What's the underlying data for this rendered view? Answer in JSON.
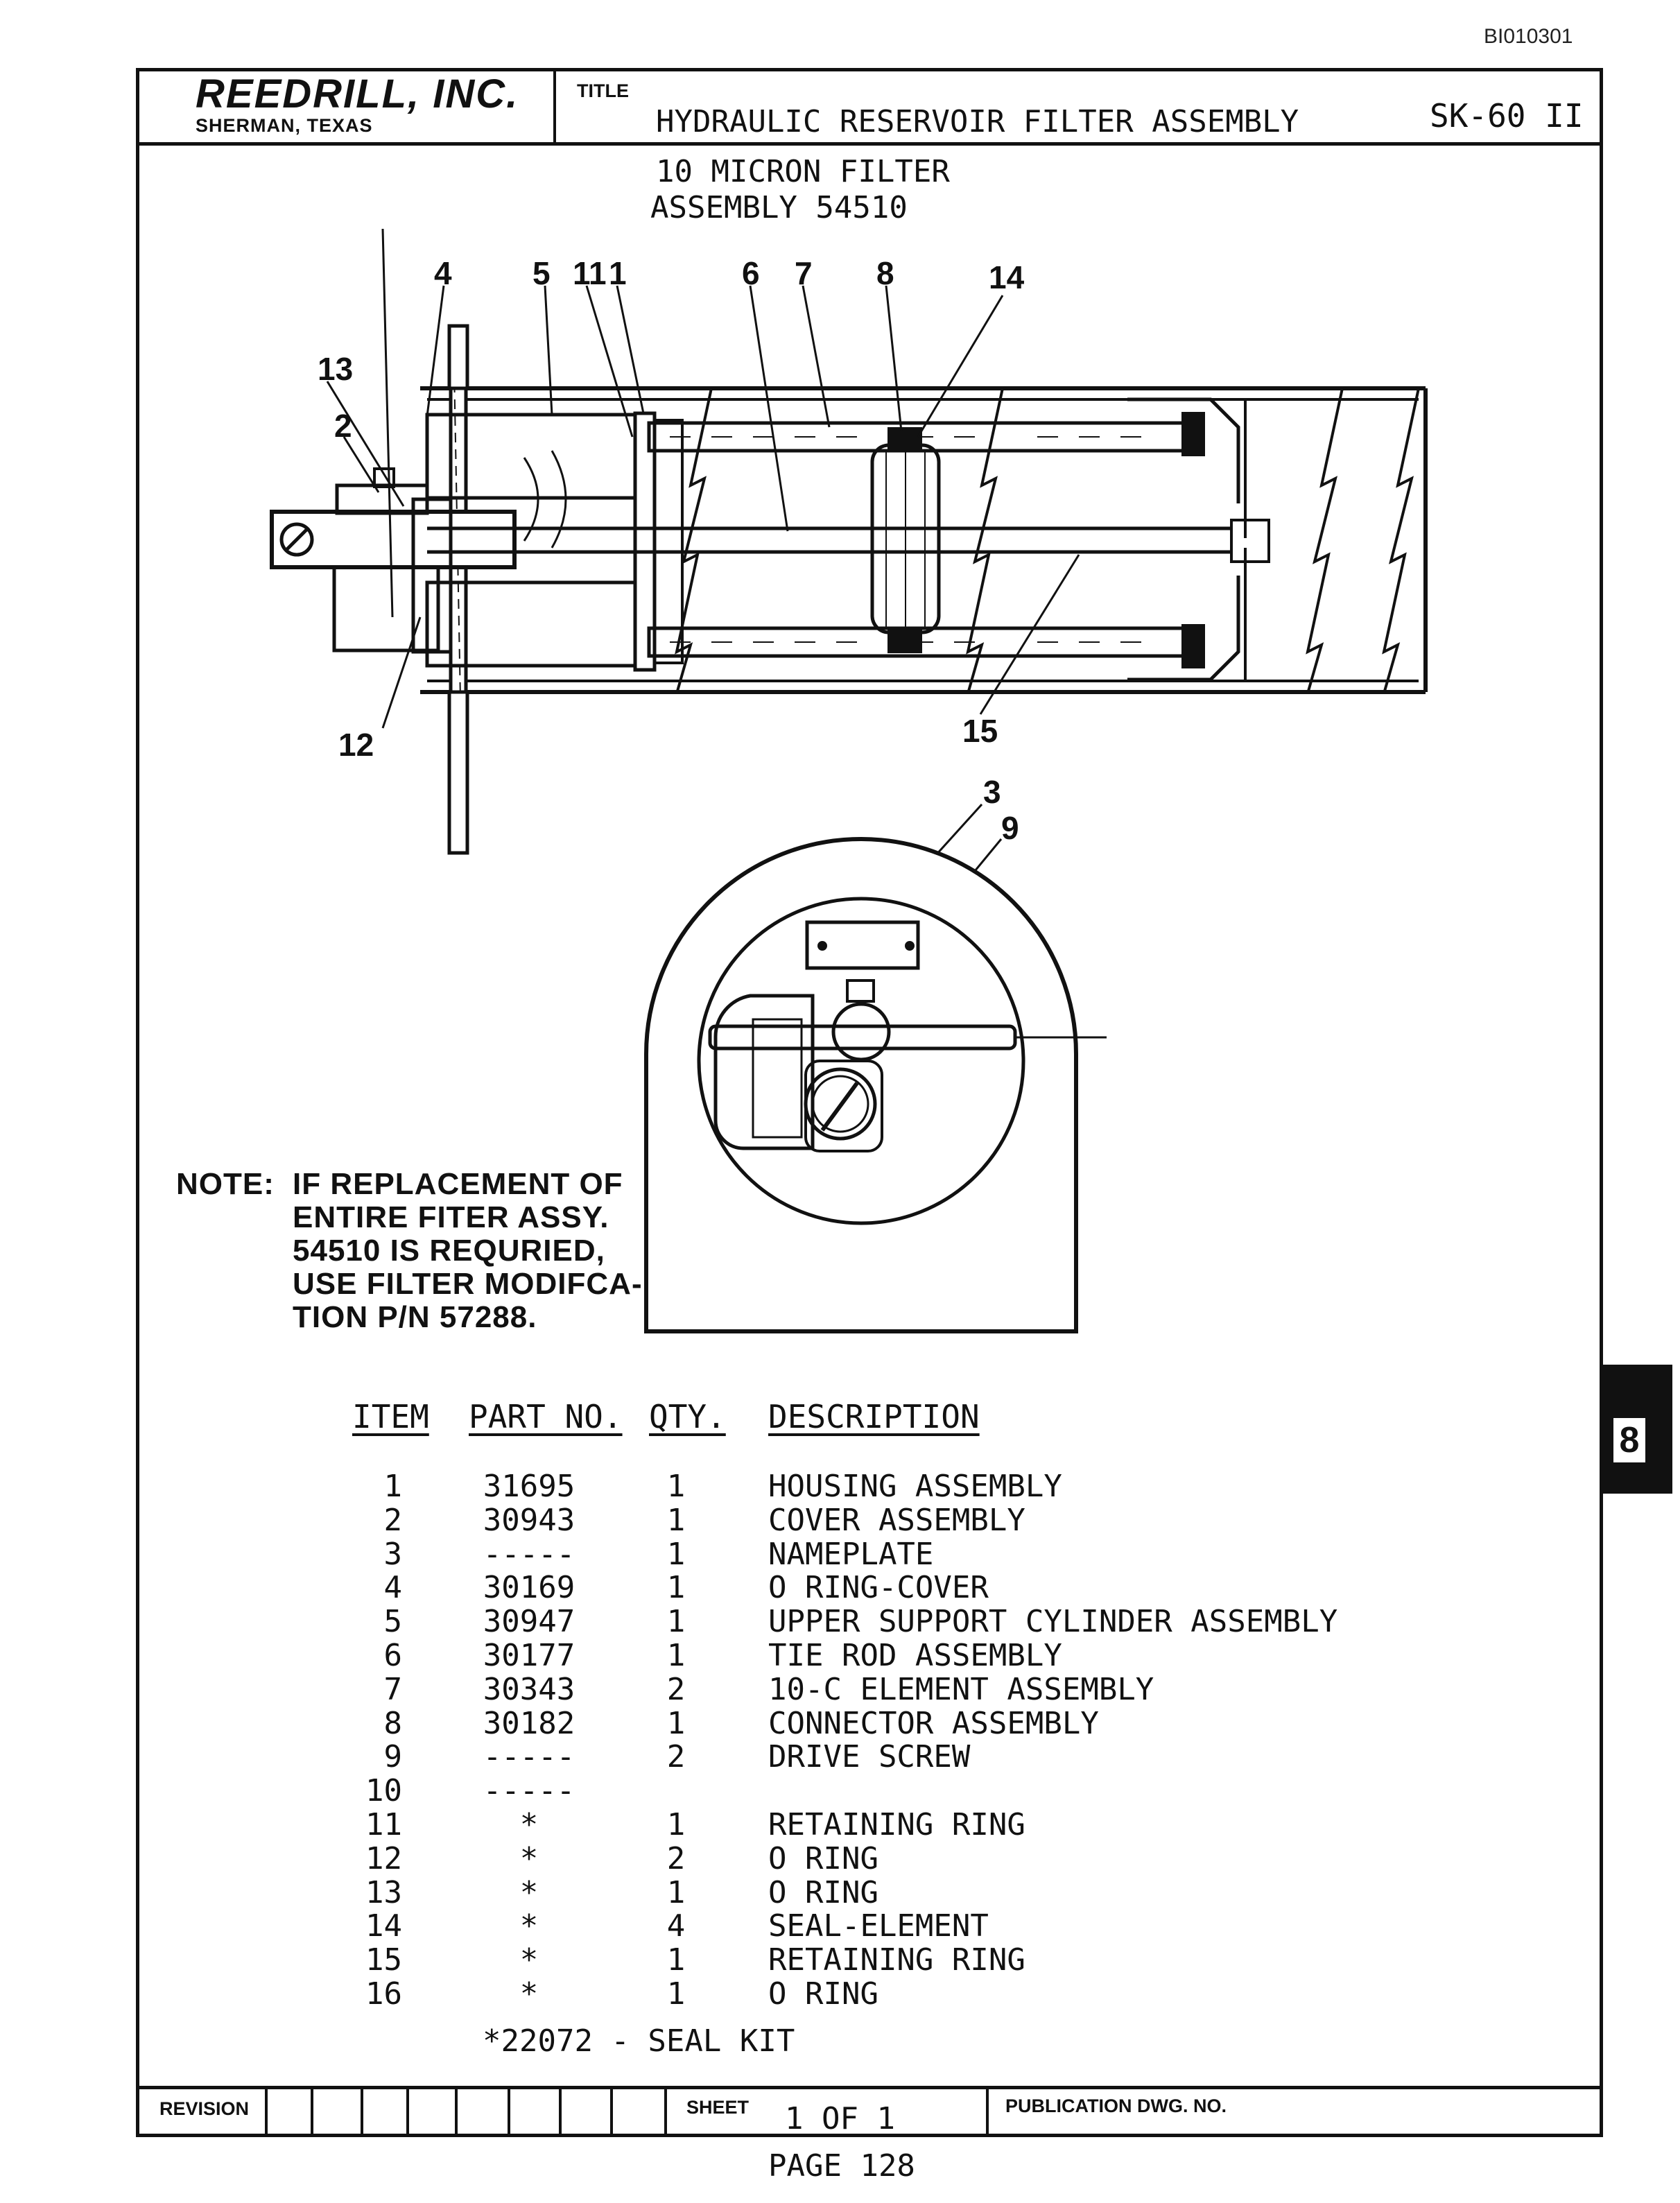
{
  "document_code": "BI010301",
  "header": {
    "company": "REEDRILL, INC.",
    "location": "SHERMAN, TEXAS",
    "title_label": "TITLE",
    "title": "HYDRAULIC RESERVOIR FILTER ASSEMBLY",
    "model": "SK-60 II"
  },
  "subtitle": {
    "line1": "10 MICRON FILTER",
    "line2": "ASSEMBLY 54510"
  },
  "callouts": [
    "4",
    "5",
    "11",
    "1",
    "6",
    "7",
    "8",
    "14",
    "13",
    "2",
    "12",
    "15",
    "3",
    "9"
  ],
  "note": {
    "label": "NOTE:",
    "lines": [
      "IF REPLACEMENT OF",
      "ENTIRE FITER ASSY.",
      "54510 IS REQURIED,",
      "USE FILTER MODIFCA-",
      "TION P/N 57288."
    ]
  },
  "parts_table": {
    "headers": {
      "item": "ITEM",
      "part": "PART NO.",
      "qty": "QTY.",
      "description": "DESCRIPTION"
    },
    "rows": [
      {
        "item": "1",
        "part": "31695",
        "qty": "1",
        "description": "HOUSING ASSEMBLY"
      },
      {
        "item": "2",
        "part": "30943",
        "qty": "1",
        "description": "COVER ASSEMBLY"
      },
      {
        "item": "3",
        "part": "-----",
        "qty": "1",
        "description": "NAMEPLATE"
      },
      {
        "item": "4",
        "part": "30169",
        "qty": "1",
        "description": "O RING-COVER"
      },
      {
        "item": "5",
        "part": "30947",
        "qty": "1",
        "description": "UPPER SUPPORT CYLINDER ASSEMBLY"
      },
      {
        "item": "6",
        "part": "30177",
        "qty": "1",
        "description": "TIE ROD ASSEMBLY"
      },
      {
        "item": "7",
        "part": "30343",
        "qty": "2",
        "description": "10-C ELEMENT ASSEMBLY"
      },
      {
        "item": "8",
        "part": "30182",
        "qty": "1",
        "description": "CONNECTOR ASSEMBLY"
      },
      {
        "item": "9",
        "part": "-----",
        "qty": "2",
        "description": "DRIVE SCREW"
      },
      {
        "item": "10",
        "part": "-----",
        "qty": "",
        "description": ""
      },
      {
        "item": "11",
        "part": "*",
        "qty": "1",
        "description": "RETAINING RING"
      },
      {
        "item": "12",
        "part": "*",
        "qty": "2",
        "description": "O RING"
      },
      {
        "item": "13",
        "part": "*",
        "qty": "1",
        "description": "O RING"
      },
      {
        "item": "14",
        "part": "*",
        "qty": "4",
        "description": "SEAL-ELEMENT"
      },
      {
        "item": "15",
        "part": "*",
        "qty": "1",
        "description": "RETAINING RING"
      },
      {
        "item": "16",
        "part": "*",
        "qty": "1",
        "description": "O RING"
      }
    ],
    "seal_kit": "*22072 - SEAL KIT"
  },
  "footer": {
    "revision_label": "REVISION",
    "sheet_label": "SHEET",
    "sheet_value": "1 OF 1",
    "publication_label": "PUBLICATION DWG. NO.",
    "page": "PAGE 128"
  },
  "section_tab": "8"
}
